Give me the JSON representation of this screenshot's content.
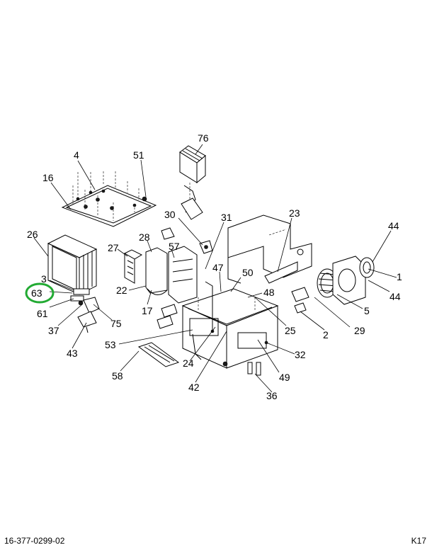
{
  "diagram": {
    "highlight_color": "#22aa33",
    "highlighted_callout": "63",
    "callouts": [
      "76",
      "4",
      "51",
      "16",
      "30",
      "31",
      "23",
      "44",
      "26",
      "27",
      "28",
      "57",
      "3",
      "1",
      "63",
      "22",
      "47",
      "50",
      "48",
      "44",
      "17",
      "5",
      "61",
      "37",
      "75",
      "25",
      "2",
      "29",
      "53",
      "43",
      "24",
      "32",
      "58",
      "49",
      "42",
      "36"
    ]
  },
  "footer": {
    "drawing_number": "16-377-0299-02",
    "sheet_code": "K17"
  }
}
